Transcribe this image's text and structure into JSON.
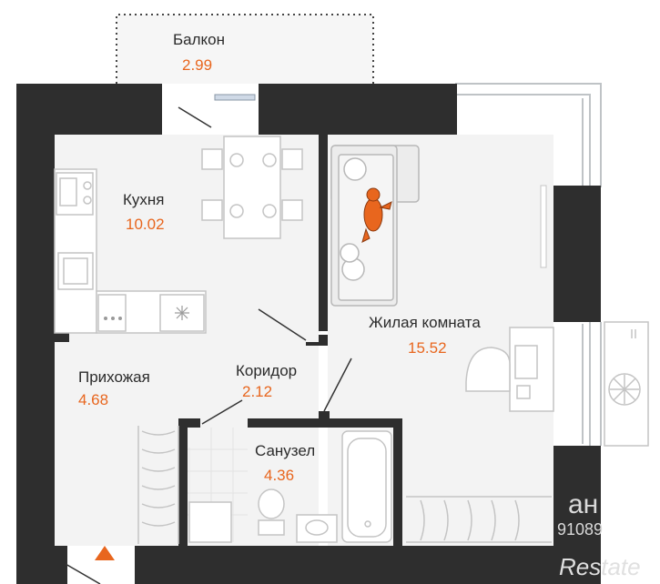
{
  "rooms": {
    "balcony": {
      "name": "Балкон",
      "area": "2.99"
    },
    "kitchen": {
      "name": "Кухня",
      "area": "10.02"
    },
    "living": {
      "name": "Жилая комната",
      "area": "15.52"
    },
    "hall": {
      "name": "Прихожая",
      "area": "4.68"
    },
    "corridor": {
      "name": "Коридор",
      "area": "2.12"
    },
    "bathroom": {
      "name": "Санузел",
      "area": "4.36"
    }
  },
  "watermark": {
    "logo": "Restate",
    "code": "91089",
    "fragment": "ан"
  },
  "colors": {
    "wall": "#2e2e2e",
    "floor": "#f3f3f3",
    "accent": "#e8661e",
    "furniture": "#ececec",
    "line": "#bdbdbd"
  }
}
